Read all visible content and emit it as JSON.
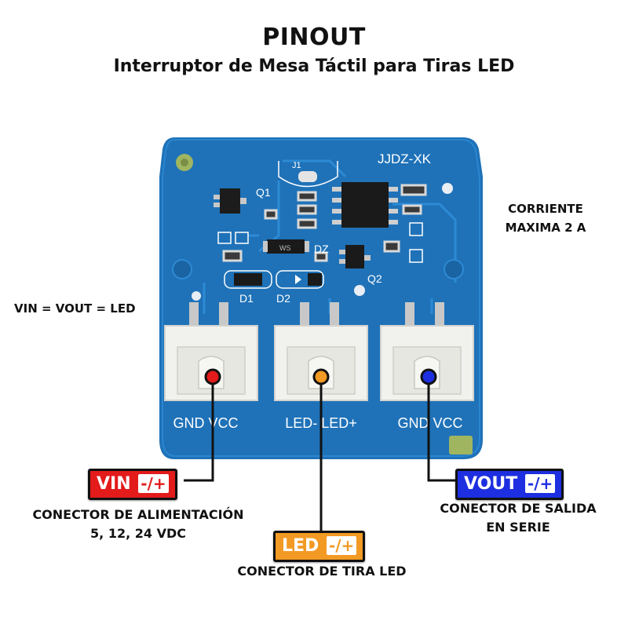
{
  "header": {
    "title": "PINOUT",
    "subtitle": "Interruptor de Mesa Táctil para Tiras LED"
  },
  "annotations": {
    "left": "VIN = VOUT = LED",
    "right": "CORRIENTE MAXIMA 2 A"
  },
  "board": {
    "silkscreen": {
      "model": "JJDZ-XK",
      "j1": "J1",
      "q1": "Q1",
      "q2": "Q2",
      "d1": "D1",
      "d2": "D2",
      "dz": "DZ",
      "ws": "WS"
    },
    "connector_labels": [
      "GND VCC",
      "LED- LED+",
      "GND VCC"
    ]
  },
  "connectors": {
    "vin": {
      "name": "VIN",
      "sign": "-/+",
      "color": "#e31b1b",
      "description_line1": "CONECTOR DE ALIMENTACIÓN",
      "description_line2": "5, 12, 24 VDC"
    },
    "led": {
      "name": "LED",
      "sign": "-/+",
      "color": "#f29a24",
      "description_line1": "CONECTOR DE TIRA LED"
    },
    "vout": {
      "name": "VOUT",
      "sign": "-/+",
      "color": "#1d2fe0",
      "description_line1": "CONECTOR DE SALIDA",
      "description_line2": "EN SERIE"
    }
  }
}
